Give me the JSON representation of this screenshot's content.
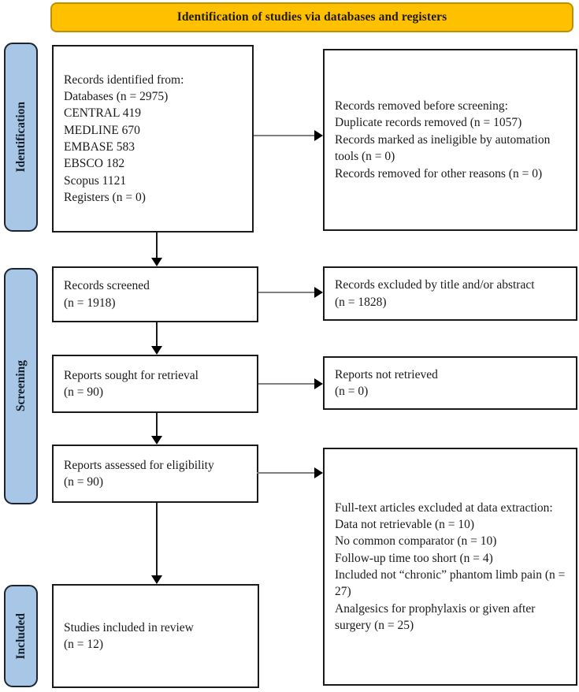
{
  "banner": {
    "label": "Identification of studies via databases and registers"
  },
  "stages": {
    "identification": "Identification",
    "screening": "Screening",
    "included": "Included"
  },
  "boxes": {
    "records_identified": "Records identified from:\nDatabases (n = 2975)\nCENTRAL 419\nMEDLINE 670\nEMBASE 583\nEBSCO 182\nScopus 1121\nRegisters (n = 0)",
    "records_removed": "Records removed before screening:\nDuplicate records removed (n = 1057)\nRecords marked as ineligible by automation tools (n = 0)\nRecords removed for other reasons (n = 0)",
    "records_screened": "Records screened\n(n = 1918)",
    "records_excluded_title_abstract": "Records excluded by title and/or abstract\n(n = 1828)",
    "reports_sought": "Reports sought for retrieval\n(n = 90)",
    "reports_not_retrieved": "Reports not retrieved\n(n = 0)",
    "reports_assessed": "Reports assessed for eligibility\n(n = 90)",
    "fulltext_excluded": "Full-text articles excluded at data extraction:\nData not retrievable (n = 10)\nNo common comparator (n = 10)\nFollow-up time too short (n = 4)\nIncluded not “chronic” phantom limb pain (n = 27)\nAnalgesics for prophylaxis or given after surgery (n = 25)",
    "studies_included": "Studies included in review\n(n = 12)"
  },
  "colors": {
    "banner_fill": "#FFC000",
    "banner_border": "#BE8F00",
    "stage_fill": "#A8C7E7",
    "stage_border": "#1B2430",
    "box_border": "#1A1A1A",
    "arrow_shaft_gray": "#7F7F7F",
    "arrow_head_black": "#000000",
    "text": "#1A1A1A"
  }
}
